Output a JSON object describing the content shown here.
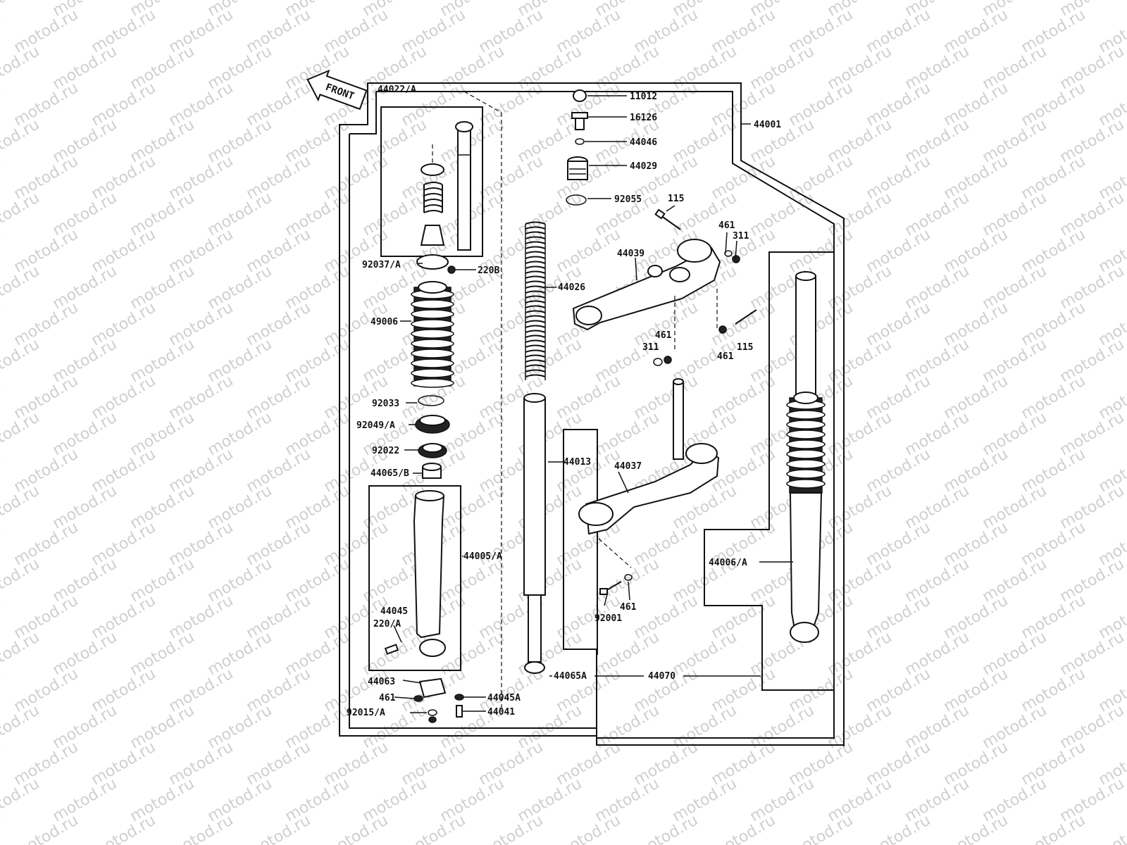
{
  "watermark": "motod.ru",
  "front_label": "FRONT",
  "labels": {
    "l44022A": "44022/A",
    "l11012": "11012",
    "l16126": "16126",
    "l44046": "44046",
    "l44029": "44029",
    "l92055": "92055",
    "l44001": "44001",
    "l115a": "115",
    "l461a": "461",
    "l311a": "311",
    "l44039": "44039",
    "l92037A": "92037/A",
    "l220B": "220B",
    "l44026": "44026",
    "l49006": "49006",
    "l461b": "461",
    "l311b": "311",
    "l461c": "461",
    "l115b": "115",
    "l92033": "92033",
    "l92049A": "92049/A",
    "l92022": "92022",
    "l44013": "44013",
    "l44037": "44037",
    "l44065B": "44065/B",
    "l44005A": "44005/A",
    "l44006A": "44006/A",
    "l44045": "44045",
    "l220A": "220/A",
    "l92001": "92001",
    "l461d": "461",
    "l44065A": "44065A",
    "l44070": "44070",
    "l44063": "44063",
    "l461e": "461",
    "l44045A": "44045A",
    "l92015A": "92015/A",
    "l44041": "44041"
  }
}
